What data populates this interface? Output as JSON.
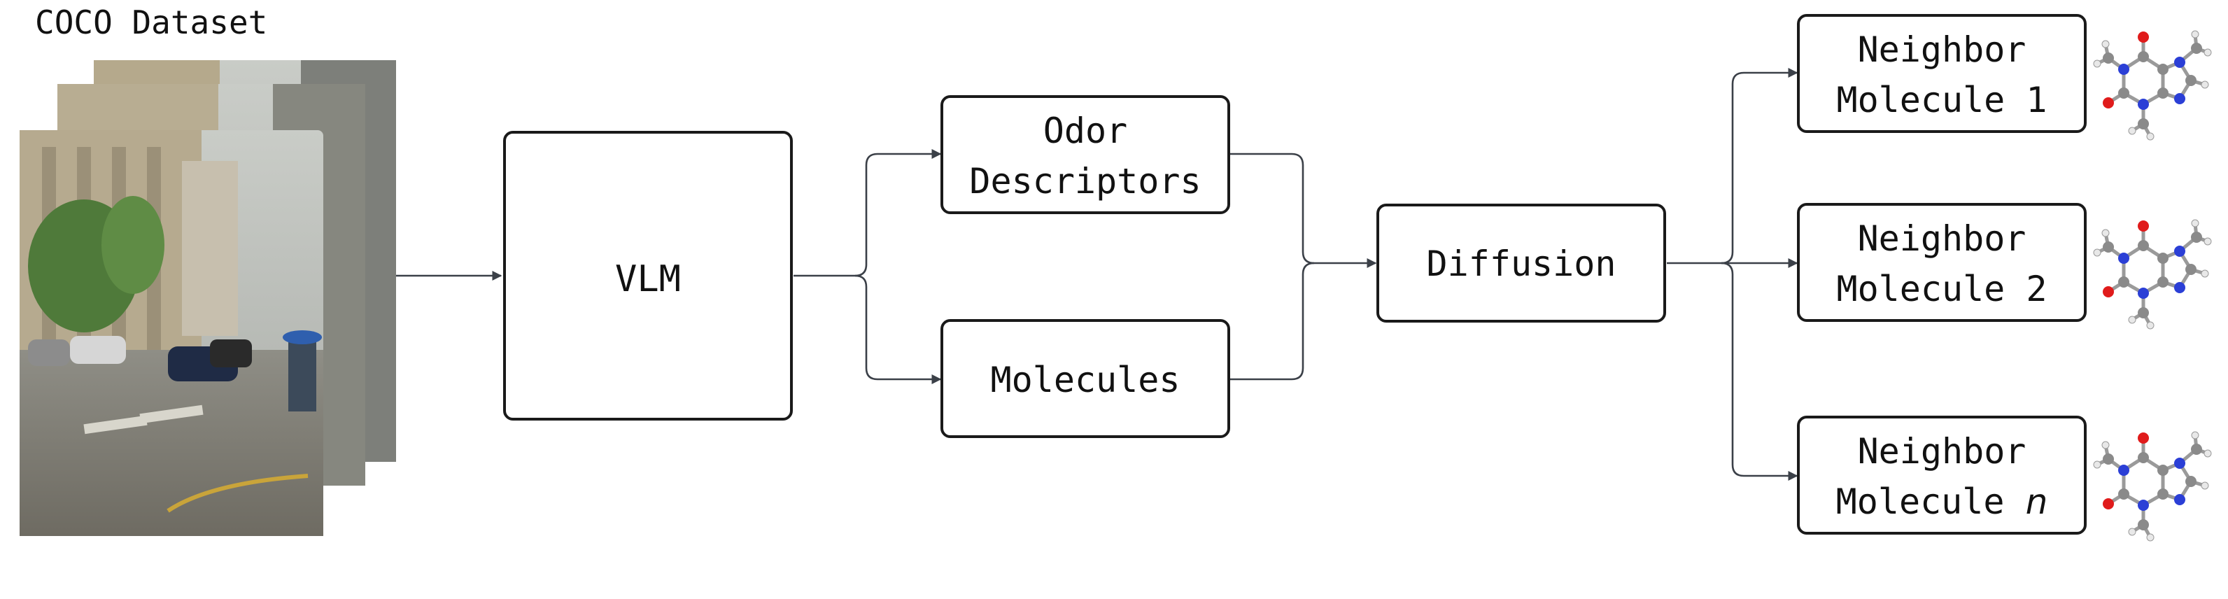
{
  "title": "COCO Dataset",
  "nodes": {
    "vlm": "VLM",
    "odor_descriptors": [
      "Odor",
      "Descriptors"
    ],
    "molecules": "Molecules",
    "diffusion": "Diffusion",
    "neighbors": [
      {
        "line1": "Neighbor",
        "line2": "Molecule",
        "index": "1",
        "index_italic": false
      },
      {
        "line1": "Neighbor",
        "line2": "Molecule",
        "index": "2",
        "index_italic": false
      },
      {
        "line1": "Neighbor",
        "line2": "Molecule",
        "index": "n",
        "index_italic": true
      }
    ]
  },
  "colors": {
    "box_stroke": "#1a1a1a",
    "arrow": "#3b4048",
    "atom_carbon": "#8a8a8a",
    "atom_nitrogen": "#2b3fd6",
    "atom_oxygen": "#e01b1b",
    "atom_hydrogen": "#e8e8e8"
  },
  "icons": {
    "dataset_image": "street-scene-photo",
    "molecule": "ball-and-stick-molecule-icon"
  }
}
